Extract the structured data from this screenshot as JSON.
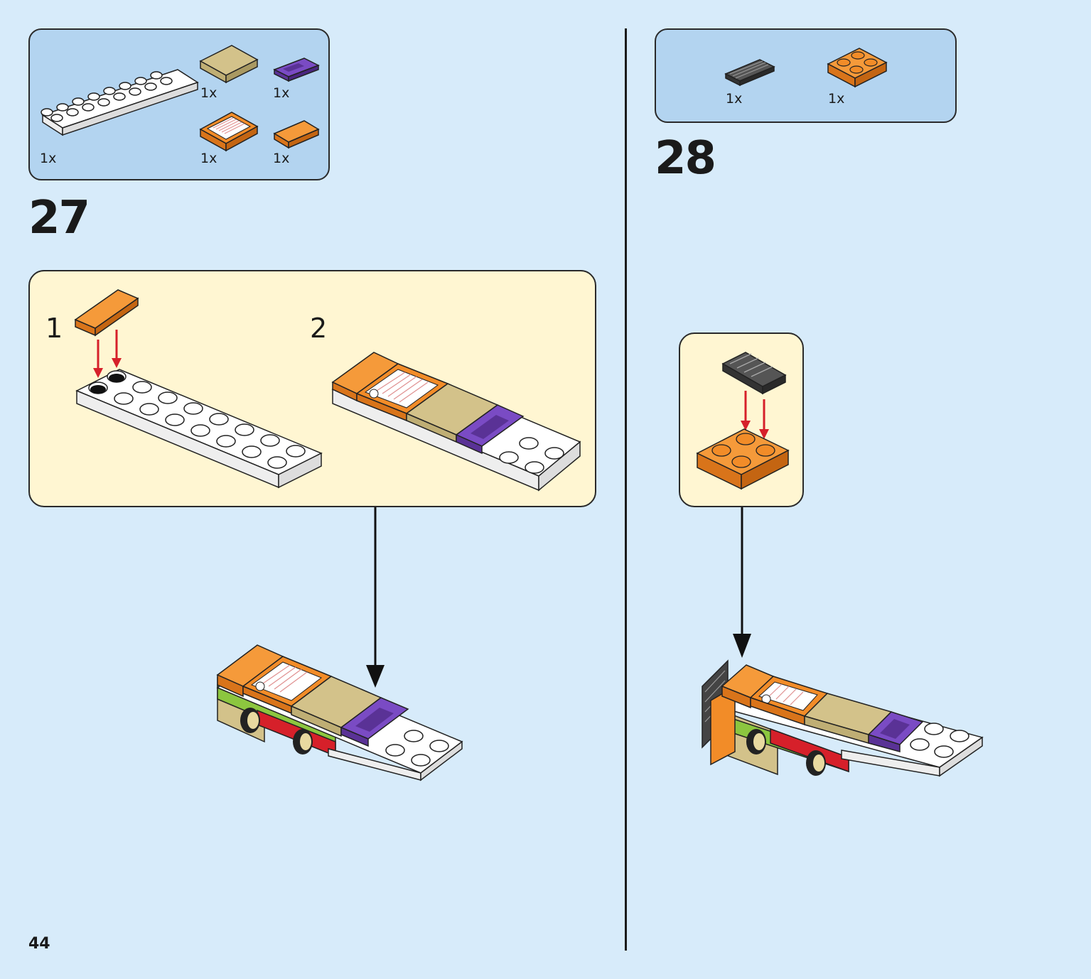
{
  "page": {
    "number": "44"
  },
  "step27": {
    "number": "27",
    "parts": [
      {
        "name": "white-plate-2x8",
        "qty": "1x",
        "color": "#ffffff"
      },
      {
        "name": "tan-tile-2x2",
        "qty": "1x",
        "color": "#d3c28a"
      },
      {
        "name": "purple-tile-1x2",
        "qty": "1x",
        "color": "#6b3fb0"
      },
      {
        "name": "orange-printed-tile-2x2",
        "qty": "1x",
        "color": "#f28c28"
      },
      {
        "name": "orange-tile-1x2",
        "qty": "1x",
        "color": "#f28c28"
      }
    ],
    "substeps": [
      {
        "number": "1"
      },
      {
        "number": "2"
      }
    ]
  },
  "step28": {
    "number": "28",
    "parts": [
      {
        "name": "dark-grey-grille-tile-1x2",
        "qty": "1x",
        "color": "#4a4a4a"
      },
      {
        "name": "orange-plate-2x2",
        "qty": "1x",
        "color": "#f28c28"
      }
    ]
  },
  "colors": {
    "background": "#d7ebfa",
    "parts_panel": "#b3d4f0",
    "subassembly_panel": "#fff6d2",
    "arrow_red": "#d6202a",
    "orange": "#f28c28",
    "tan": "#d3c28a",
    "purple": "#6b3fb0",
    "green": "#8cc63f",
    "red": "#d6202a"
  }
}
